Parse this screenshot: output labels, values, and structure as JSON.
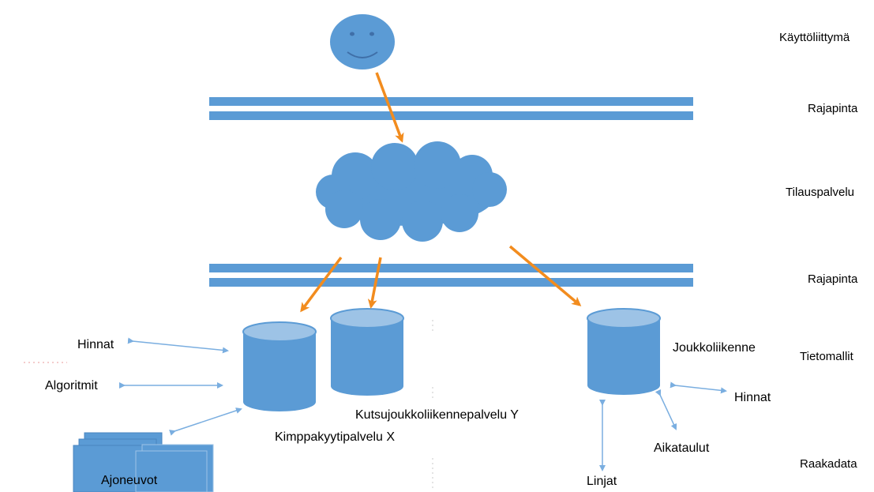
{
  "layers": {
    "user_interface": "Käyttöliittymä",
    "interface_top": "Rajapinta",
    "order_service": "Tilauspalvelu",
    "interface_bottom": "Rajapinta",
    "data_models": "Tietomallit",
    "raw_data": "Raakadata"
  },
  "services": {
    "carpool": "Kimppakyytipalvelu X",
    "on_demand": "Kutsujoukkoliikennepalvelu Y",
    "public_transport": "Joukkoliikenne"
  },
  "left_data": {
    "prices": "Hinnat",
    "algorithms": "Algoritmit",
    "vehicles": "Ajoneuvot"
  },
  "right_data": {
    "prices": "Hinnat",
    "timetables": "Aikataulut",
    "lines": "Linjat"
  },
  "colors": {
    "shape_fill": "#5b9bd5",
    "shape_stroke": "#4a86c0",
    "cylinder_top": "#9dc3e6",
    "flow_arrow": "#f28c1e",
    "data_arrow": "#7aaee0"
  }
}
